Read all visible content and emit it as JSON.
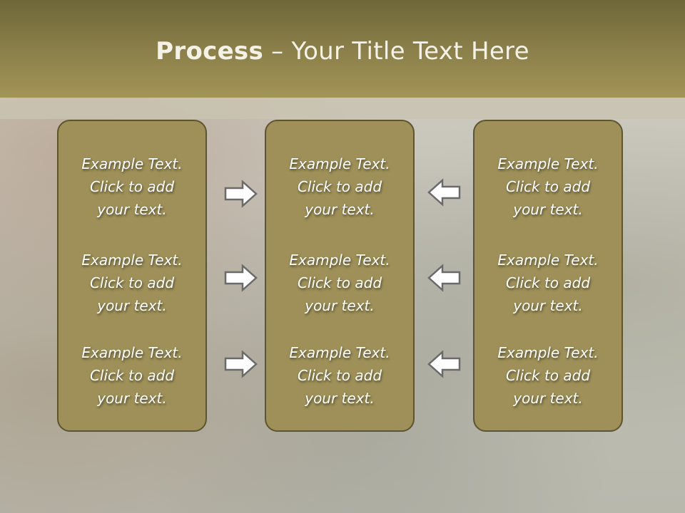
{
  "slide": {
    "title_bold": "Process",
    "title_rest": " – Your Title Text Here"
  },
  "columns": [
    {
      "items": [
        {
          "line1": "Example Text.",
          "line2": "Click  to add",
          "line3": "your text."
        },
        {
          "line1": "Example Text.",
          "line2": "Click  to add",
          "line3": "your text."
        },
        {
          "line1": "Example Text.",
          "line2": "Click  to add",
          "line3": "your text."
        }
      ]
    },
    {
      "items": [
        {
          "line1": "Example Text.",
          "line2": "Click  to add",
          "line3": "your text."
        },
        {
          "line1": "Example Text.",
          "line2": "Click  to add",
          "line3": "your text."
        },
        {
          "line1": "Example Text.",
          "line2": "Click  to add",
          "line3": "your text."
        }
      ]
    },
    {
      "items": [
        {
          "line1": "Example Text.",
          "line2": "Click  to add",
          "line3": "your text."
        },
        {
          "line1": "Example Text.",
          "line2": "Click  to add",
          "line3": "your text."
        },
        {
          "line1": "Example Text.",
          "line2": "Click  to add",
          "line3": "your text."
        }
      ]
    }
  ],
  "arrows": {
    "left_group": "arrow-right-icon",
    "right_group": "arrow-left-icon"
  },
  "colors": {
    "header": "#8a7f4a",
    "box": "#9e9058",
    "box_border": "#5d5530",
    "text": "#ffffff"
  }
}
